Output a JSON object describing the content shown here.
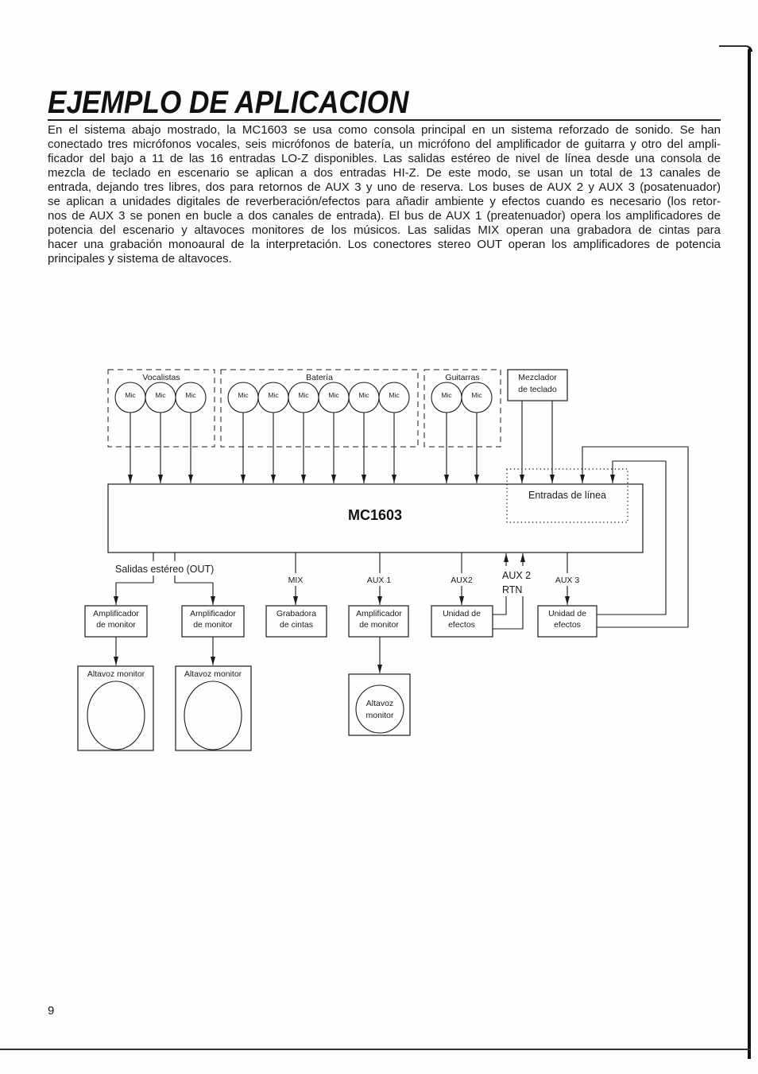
{
  "page": {
    "title": "EJEMPLO DE APLICACION",
    "paragraph_lines": [
      "En el sistema abajo mostrado, la MC1603 se usa como consola principal en un sistema reforzado de sonido. Se han",
      "conectado tres micrófonos vocales, seis micrófonos de batería, un micrófono del amplificador de guitarra y otro del ampli-",
      "ficador del bajo a 11 de las 16 entradas LO-Z disponibles. Las salidas estéreo de nivel de línea desde una consola de",
      "mezcla de teclado en escenario se aplican a dos entradas HI-Z. De este modo, se usan un total de 13 canales de",
      "entrada, dejando tres libres, dos para retornos de AUX 3 y uno de reserva. Los buses de AUX 2 y AUX 3 (posatenuador)",
      "se aplican a unidades digitales de reverberación/efectos para añadir ambiente y efectos cuando es necesario (los retor-",
      "nos de AUX 3 se ponen en bucle a dos canales de entrada). El bus de AUX 1 (preatenuador) opera los amplificadores de",
      "potencia del escenario y altavoces monitores de los músicos. Las salidas MIX operan una grabadora de cintas para",
      "hacer una grabación monoaural de la interpretación. Los conectores stereo OUT operan los amplificadores de potencia",
      "principales y sistema de altavoces."
    ],
    "page_number": "9"
  },
  "diagram": {
    "mic_groups": [
      {
        "label": "Vocalistas",
        "mics": [
          "Mic",
          "Mic",
          "Mic"
        ]
      },
      {
        "label": "Batería",
        "mics": [
          "Mic",
          "Mic",
          "Mic",
          "Mic",
          "Mic",
          "Mic"
        ]
      },
      {
        "label": "Guitarras",
        "mics": [
          "Mic",
          "Mic"
        ]
      }
    ],
    "keyboard_mixer": {
      "line1": "Mezclador",
      "line2": "de teclado"
    },
    "console": {
      "name": "MC1603",
      "line_inputs": "Entradas de línea"
    },
    "outputs": {
      "stereo_out": "Salidas estéreo (OUT)",
      "mix": "MIX",
      "aux1": "AUX 1",
      "aux2": "AUX2",
      "aux2_return": {
        "line1": "AUX 2",
        "line2": "RTN"
      },
      "aux3": "AUX 3"
    },
    "devices": {
      "monitor_amp_left": {
        "line1": "Amplificador",
        "line2": "de monitor"
      },
      "monitor_amp_right": {
        "line1": "Amplificador",
        "line2": "de monitor"
      },
      "tape_recorder": {
        "line1": "Grabadora",
        "line2": "de cintas"
      },
      "monitor_amp_aux1": {
        "line1": "Amplificador",
        "line2": "de monitor"
      },
      "effects_aux2": {
        "line1": "Unidad de",
        "line2": "efectos"
      },
      "effects_aux3": {
        "line1": "Unidad de",
        "line2": "efectos"
      },
      "monitor_speaker_left": "Altavoz monitor",
      "monitor_speaker_right": "Altavoz monitor",
      "monitor_speaker_aux1": {
        "line1": "Altavoz",
        "line2": "monitor"
      }
    }
  }
}
